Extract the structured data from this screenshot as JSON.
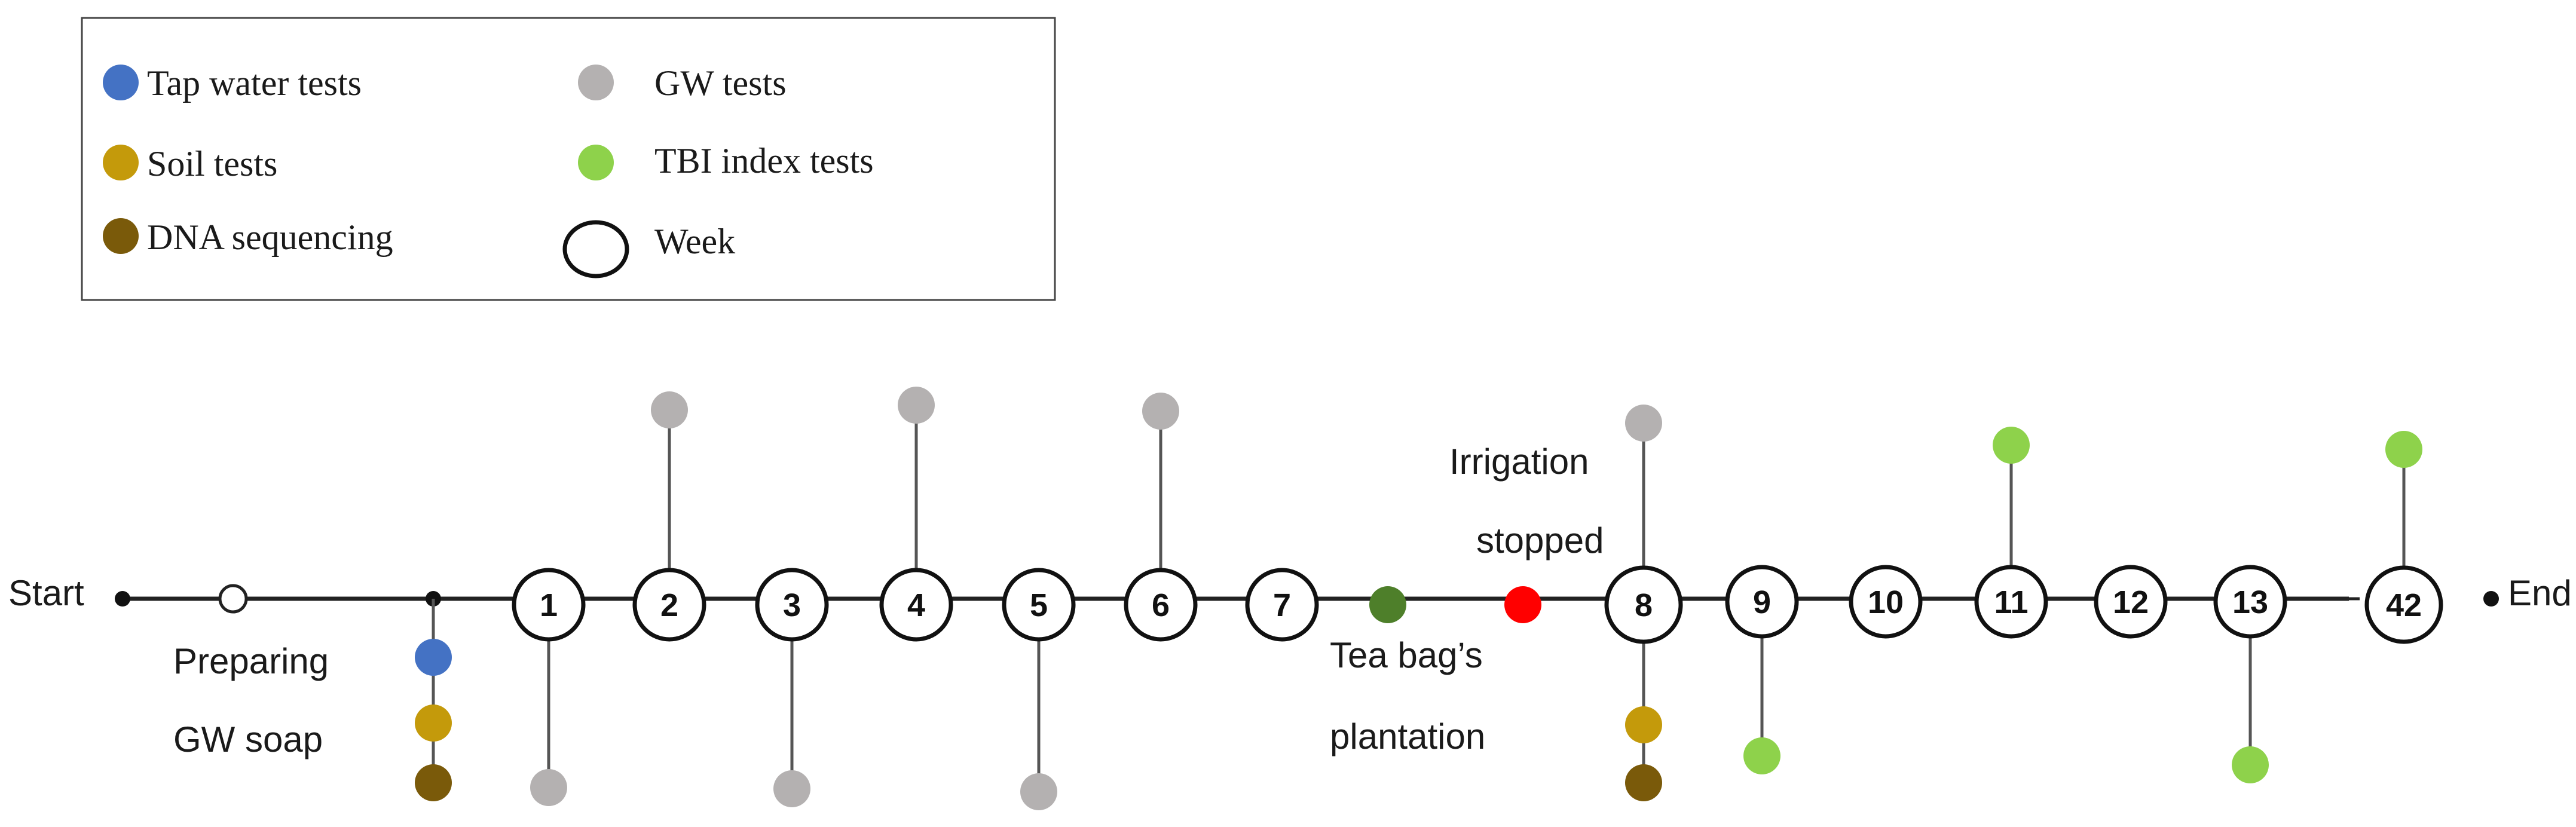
{
  "colors": {
    "tap_water": "#4472C4",
    "soil": "#C49A0B",
    "dna": "#7A5A0A",
    "gw": "#B4B1B1",
    "tbi": "#8ED24B",
    "tea_bag": "#4E7F2A",
    "irrigation": "#FF0000",
    "line": "#222222"
  },
  "legend": {
    "tap_water": "Tap water tests",
    "soil": "Soil tests",
    "dna": "DNA sequencing",
    "gw": "GW tests",
    "tbi": "TBI index tests",
    "week": "Week"
  },
  "timeline": {
    "start": "Start",
    "end": "End",
    "preparing_line1": "Preparing",
    "preparing_line2": "GW soap",
    "tea_line1": "Tea bag’s",
    "tea_line2": "plantation",
    "irrigation_line1": "Irrigation",
    "irrigation_line2": "stopped",
    "weeks": [
      "1",
      "2",
      "3",
      "4",
      "5",
      "6",
      "7",
      "8",
      "9",
      "10",
      "11",
      "12",
      "13",
      "42"
    ]
  }
}
